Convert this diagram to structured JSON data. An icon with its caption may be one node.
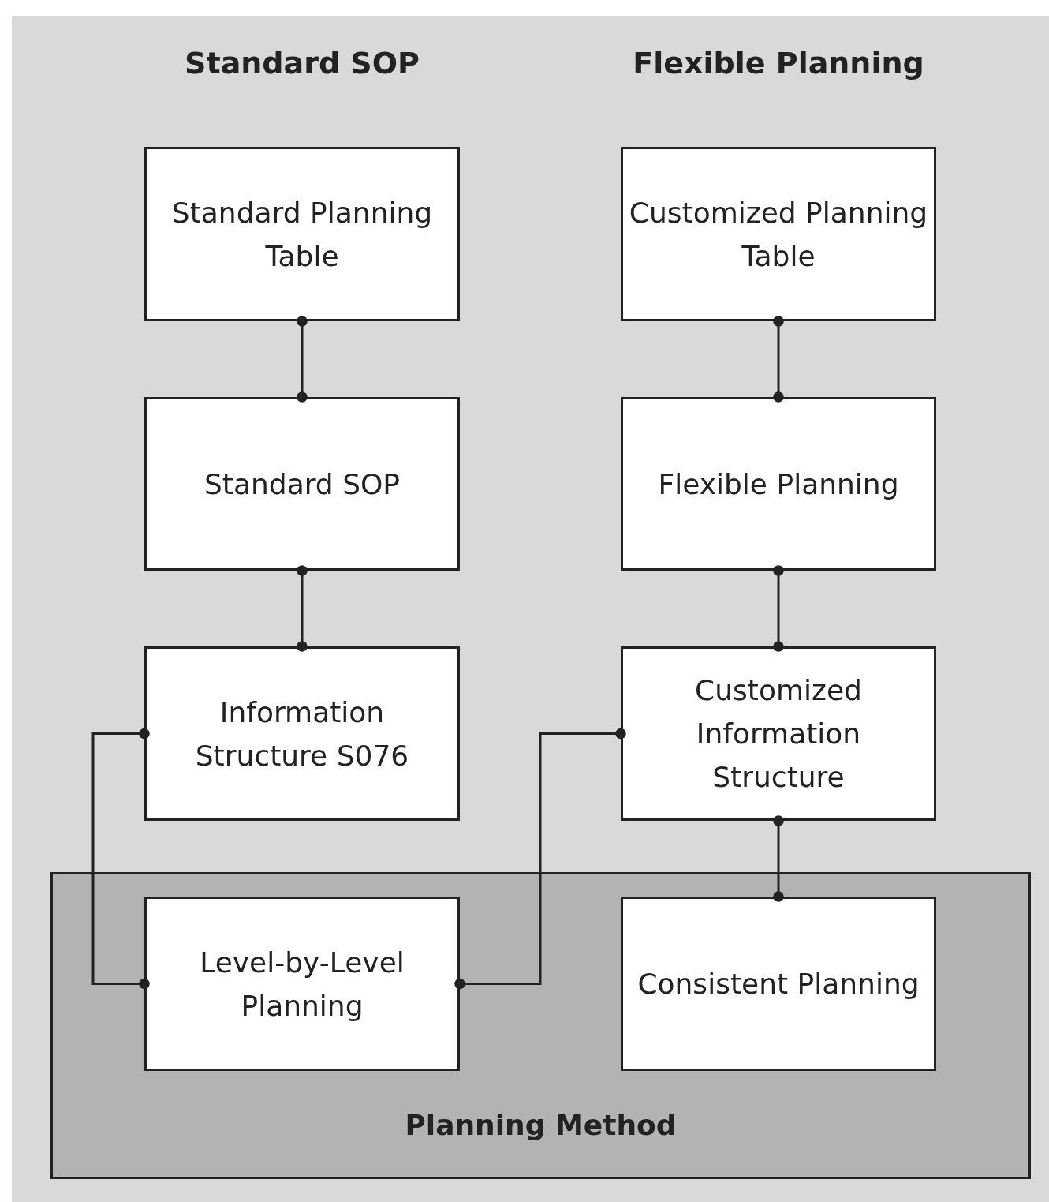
{
  "diagram": {
    "nodes": [
      {
        "text": [
          "Standard Planning Table"
        ]
      },
      {
        "text": [
          "Customized Planning Table"
        ]
      },
      {
        "text": [
          "Standard SOP"
        ]
      },
      {
        "text": [
          "Flexible Planning"
        ]
      },
      {
        "text": [
          "Information Structure S076"
        ]
      },
      {
        "text": [
          "Customized Information Structure"
        ]
      },
      {
        "text": [
          "Planning Method"
        ]
      },
      {
        "text": [
          "Level-by-Level Planning"
        ],
        "in": 6
      },
      {
        "text": [
          "Consistent Planning"
        ],
        "in": 6
      }
    ],
    "edges": [
      {
        "from": 0,
        "to": 2,
        "arrow": "other"
      },
      {
        "from": 2,
        "to": 4,
        "arrow": "other"
      },
      {
        "from": 1,
        "to": 3,
        "arrow": "other"
      },
      {
        "from": 3,
        "to": 5,
        "arrow": "other"
      },
      {
        "from": 5,
        "to": 8,
        "arrow": "other"
      },
      {
        "from": 4,
        "to": 7,
        "arrow": "other"
      },
      {
        "from": 5,
        "to": 7,
        "arrow": "other"
      }
    ],
    "labels": [
      "Standard SOP",
      "Flexible Planning"
    ]
  }
}
